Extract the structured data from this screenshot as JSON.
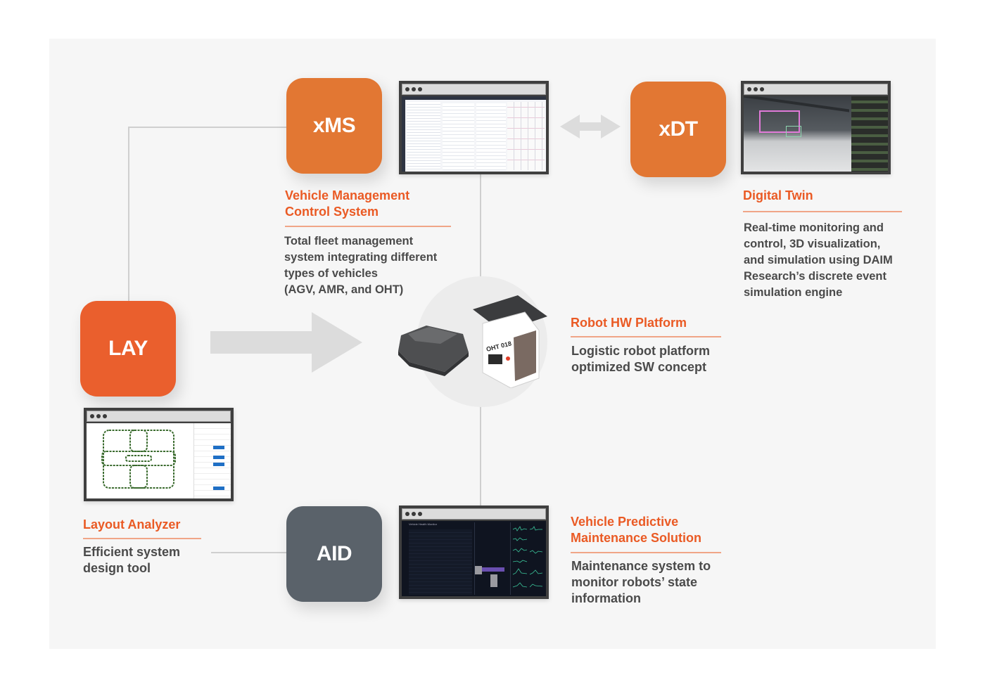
{
  "diagram": {
    "colors": {
      "frame_bg": "#f6f6f6",
      "lay_tile": "#ea5f2d",
      "xms_tile": "#e27733",
      "xdt_tile": "#e27733",
      "aid_tile": "#5a626a",
      "heading": "#ea5a24",
      "body_text": "#4a4a4a",
      "connector": "#cfcfcf",
      "arrow": "#dcdcdc"
    },
    "modules": {
      "xms": {
        "tile_label": "xMS",
        "title_line1": "Vehicle Management",
        "title_line2": "Control System",
        "desc_lines": [
          "Total fleet management",
          "system integrating different",
          "types of vehicles",
          "(AGV, AMR, and OHT)"
        ],
        "screenshot": "fleet-management-dashboard"
      },
      "xdt": {
        "tile_label": "xDT",
        "title": "Digital Twin",
        "desc_lines": [
          "Real-time monitoring and",
          "control, 3D visualization,",
          "and simulation using DAIM",
          "Research’s discrete event",
          "simulation engine"
        ],
        "screenshot": "3d-warehouse-simulation"
      },
      "lay": {
        "tile_label": "LAY",
        "title": "Layout Analyzer",
        "desc_lines": [
          "Efficient system",
          "design tool"
        ],
        "screenshot": "track-layout-editor"
      },
      "robot": {
        "title": "Robot HW Platform",
        "desc_lines": [
          "Logistic robot platform",
          "optimized SW concept"
        ],
        "vehicle_label": "OHT 018"
      },
      "aid": {
        "tile_label": "AID",
        "title_line1": "Vehicle Predictive",
        "title_line2": "Maintenance Solution",
        "desc_lines": [
          "Maintenance system to",
          "monitor robots’ state",
          "information"
        ],
        "screenshot_header": "Vehicle Health Monitor"
      }
    },
    "arrows": {
      "lay_to_robot": "right-arrow",
      "xms_xdt": "bidirectional-arrow"
    }
  }
}
